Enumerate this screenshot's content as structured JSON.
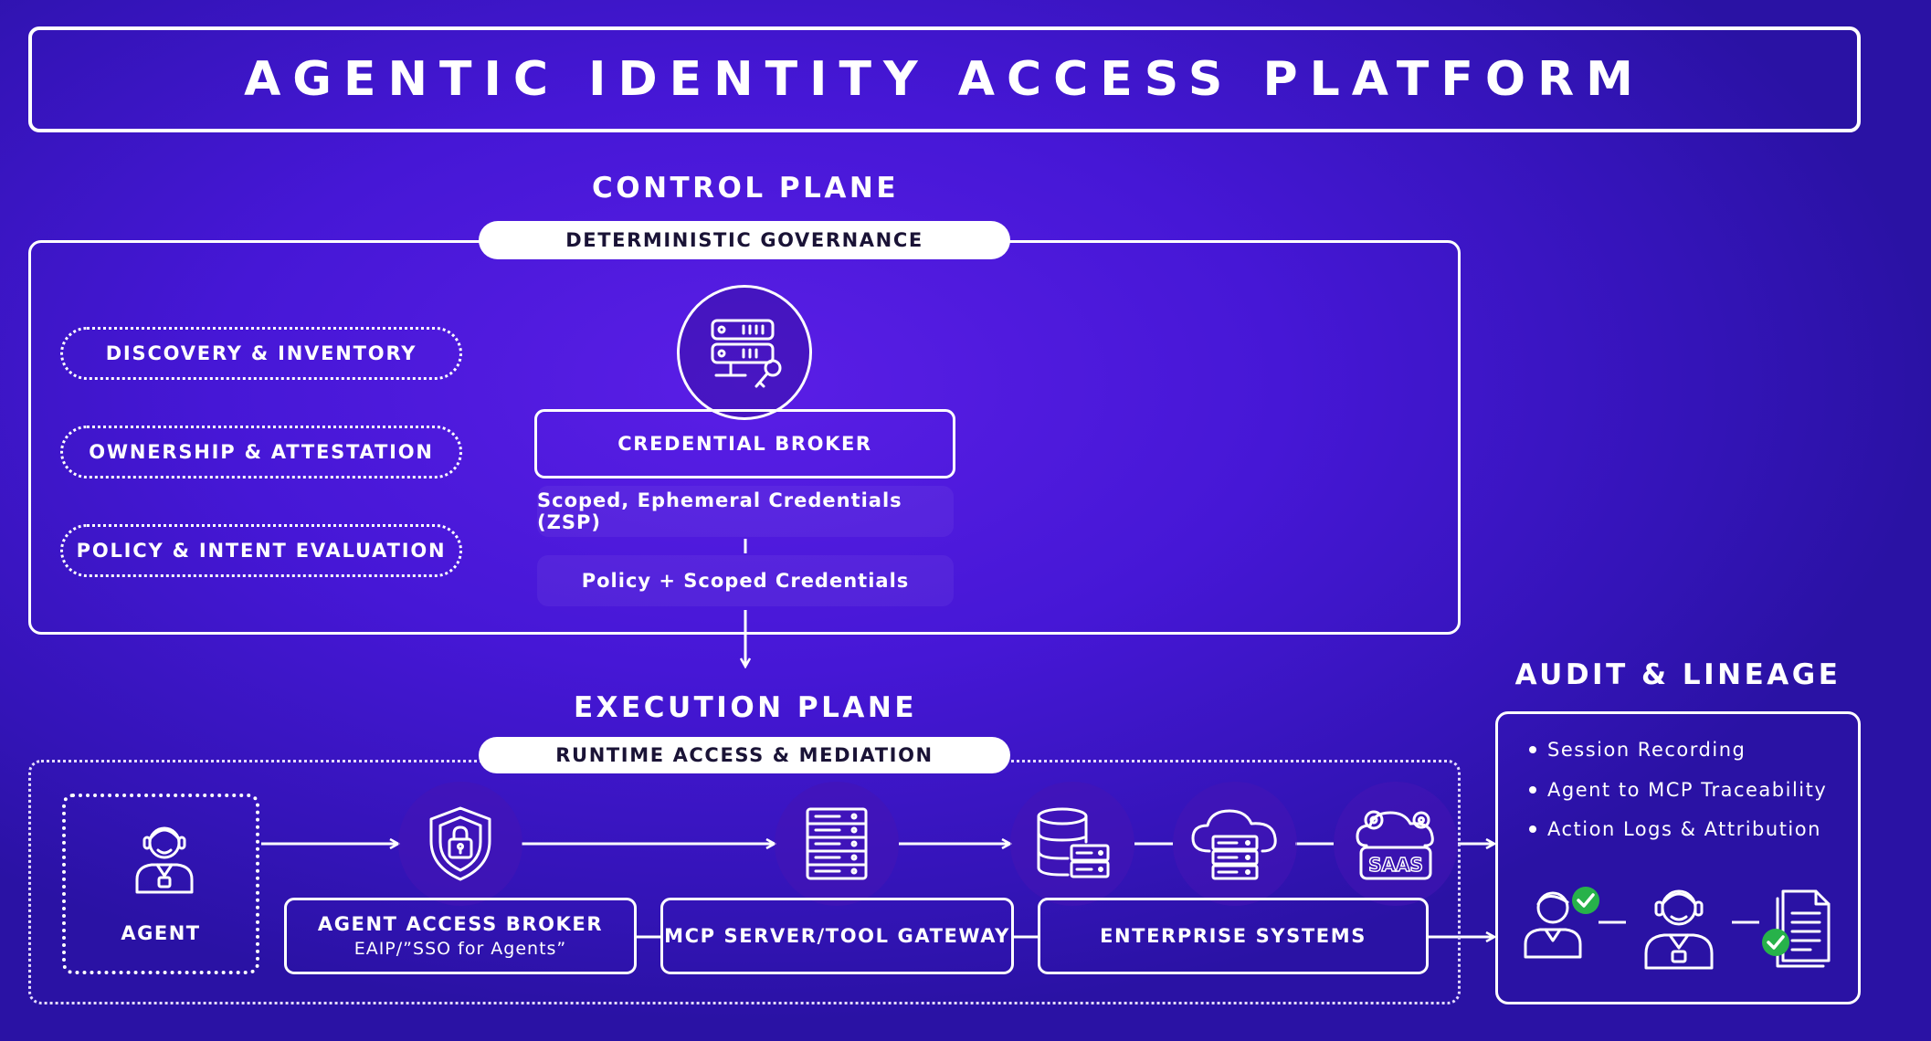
{
  "title": "AGENTIC IDENTITY ACCESS PLATFORM",
  "control_plane": {
    "heading": "CONTROL PLANE",
    "pill": "DETERMINISTIC GOVERNANCE",
    "capabilities": [
      "DISCOVERY & INVENTORY",
      "OWNERSHIP & ATTESTATION",
      "POLICY & INTENT EVALUATION"
    ],
    "broker_icon": "server-key-icon",
    "broker_label": "CREDENTIAL BROKER",
    "caption_top": "Scoped, Ephemeral Credentials (ZSP)",
    "caption_bottom": "Policy + Scoped Credentials"
  },
  "execution_plane": {
    "heading": "EXECUTION PLANE",
    "pill": "RUNTIME ACCESS & MEDIATION",
    "agent_label": "AGENT",
    "access_broker_label": "AGENT ACCESS BROKER",
    "access_broker_sub": "EAIP/”SSO for Agents”",
    "mcp_label": "MCP SERVER/TOOL GATEWAY",
    "enterprise_label": "ENTERPRISE SYSTEMS",
    "saas_text": "SAAS",
    "icons": [
      "agent-icon",
      "shield-lock-icon",
      "server-rack-icon",
      "database-server-icon",
      "cloud-server-icon",
      "saas-icon"
    ]
  },
  "audit": {
    "heading": "AUDIT & LINEAGE",
    "items": [
      "Session Recording",
      "Agent to MCP Traceability",
      "Action Logs & Attribution"
    ],
    "icons": [
      "verified-user-icon",
      "agent-icon",
      "verified-document-icon"
    ]
  },
  "colors": {
    "background": "#4617d6",
    "line": "#ffffff",
    "check": "#27b24a",
    "pill_text": "#1a1336"
  }
}
